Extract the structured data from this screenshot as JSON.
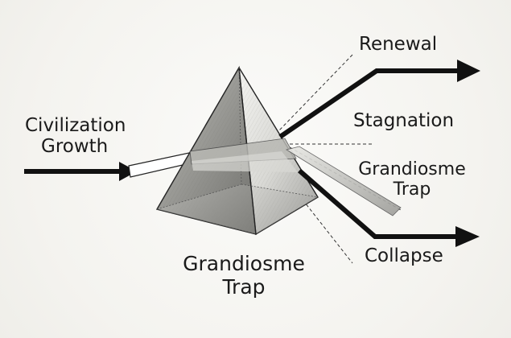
{
  "diagram": {
    "input_label": [
      "Civilization",
      "Growth"
    ],
    "prism_label": [
      "Grandiosme",
      "Trap"
    ],
    "outputs": {
      "renewal": "Renewal",
      "stagnation": "Stagnation",
      "trap": [
        "Grandiosme",
        "Trap"
      ],
      "collapse": "Collapse"
    }
  },
  "colors": {
    "ink": "#111111",
    "background": "#f6f5f2",
    "prism_light": "#e6e6e2",
    "prism_dark": "#7a7a76"
  }
}
